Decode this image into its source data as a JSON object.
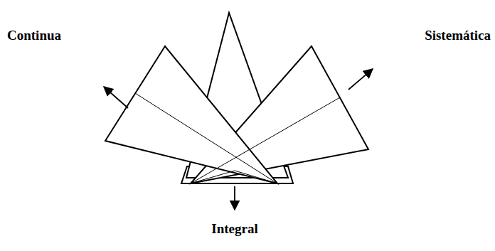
{
  "diagram": {
    "labels": [
      "Continua",
      "Sistemática",
      "Integral"
    ]
  }
}
